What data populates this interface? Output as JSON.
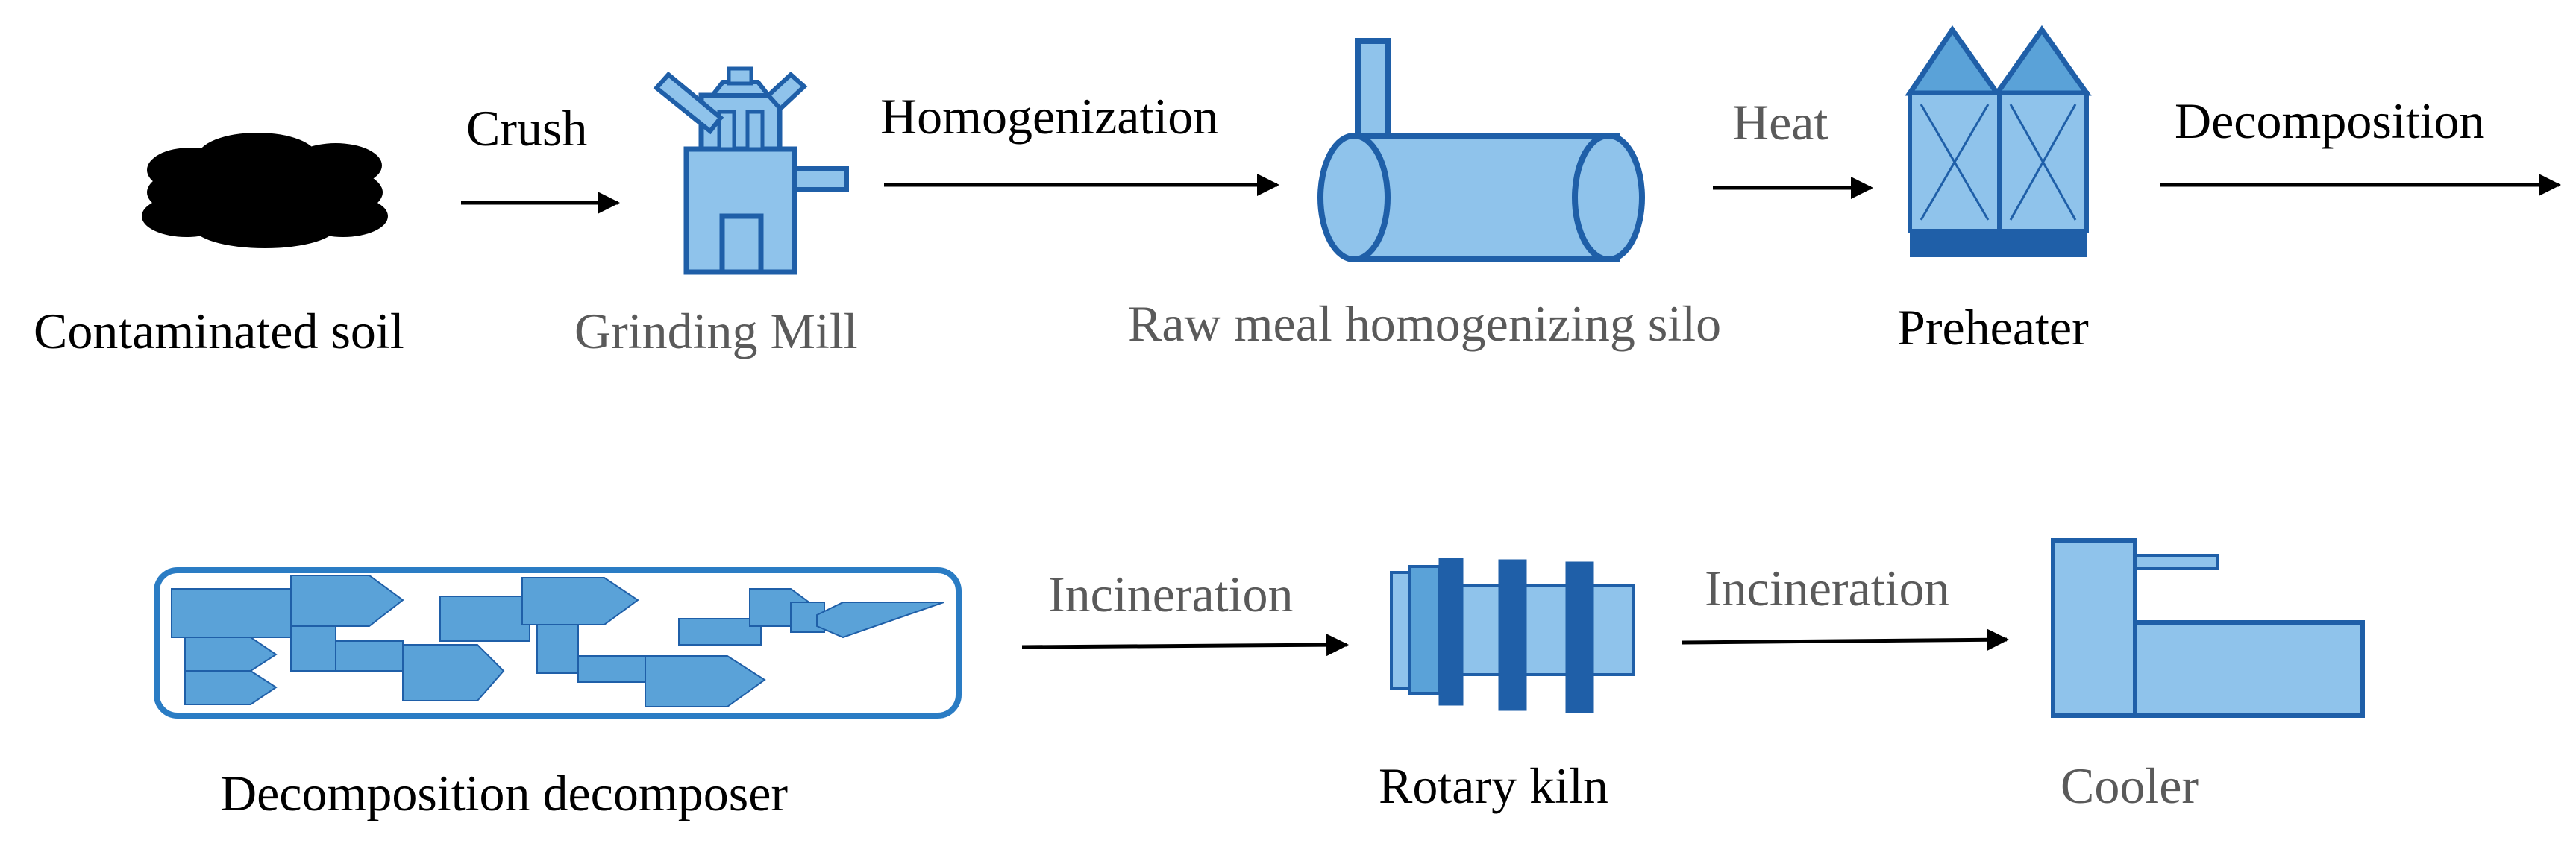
{
  "colors": {
    "fill_light": "#8fc3eb",
    "fill_mid": "#5aa2d8",
    "stroke_dark": "#1f5fa8",
    "decomposer_border": "#2a7cc4",
    "soil": "#000000",
    "arrow": "#000000"
  },
  "nodes": {
    "soil": {
      "label": "Contaminated soil"
    },
    "mill": {
      "label": "Grinding Mill"
    },
    "silo": {
      "label": "Raw meal homogenizing silo"
    },
    "preheater": {
      "label": "Preheater"
    },
    "decomposer": {
      "label": "Decomposition decomposer"
    },
    "kiln": {
      "label": "Rotary kiln"
    },
    "cooler": {
      "label": "Cooler"
    }
  },
  "edges": {
    "crush": {
      "label": "Crush"
    },
    "homogenization": {
      "label": "Homogenization"
    },
    "heat": {
      "label": "Heat"
    },
    "decomposition": {
      "label": "Decomposition"
    },
    "incineration_1": {
      "label": "Incineration"
    },
    "incineration_2": {
      "label": "Incineration"
    }
  }
}
